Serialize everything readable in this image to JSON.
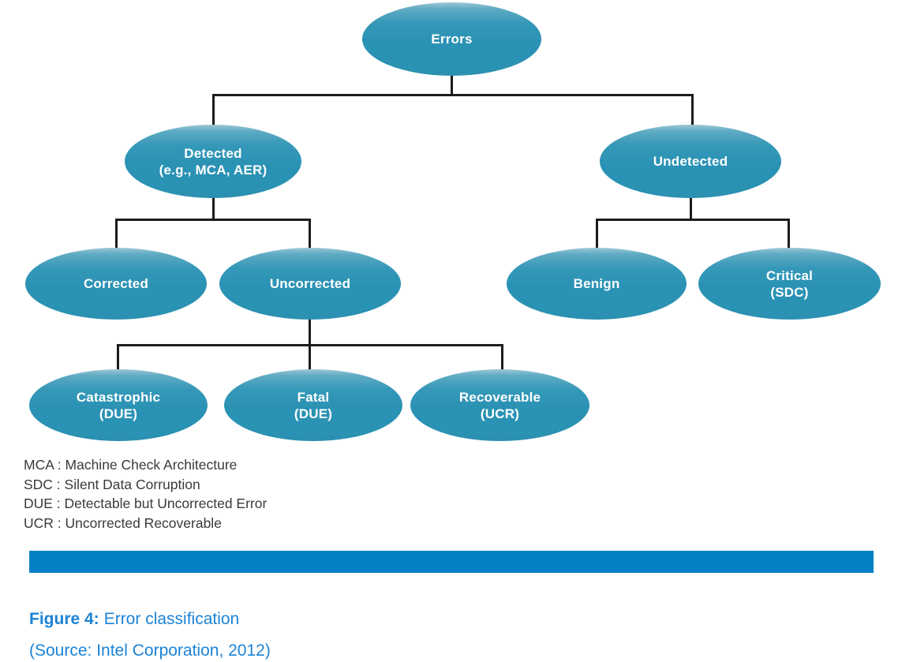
{
  "diagram": {
    "title_node": "Errors",
    "nodes": {
      "errors": {
        "label": "Errors"
      },
      "detected": {
        "label": "Detected\n(e.g., MCA, AER)"
      },
      "undetected": {
        "label": "Undetected"
      },
      "corrected": {
        "label": "Corrected"
      },
      "uncorrected": {
        "label": "Uncorrected"
      },
      "benign": {
        "label": "Benign"
      },
      "critical": {
        "label": "Critical\n(SDC)"
      },
      "catastrophic": {
        "label": "Catastrophic\n(DUE)"
      },
      "fatal": {
        "label": "Fatal\n(DUE)"
      },
      "recoverable": {
        "label": "Recoverable\n(UCR)"
      }
    },
    "hierarchy": {
      "Errors": {
        "Detected (e.g., MCA, AER)": {
          "Corrected": {},
          "Uncorrected": {
            "Catastrophic (DUE)": {},
            "Fatal (DUE)": {},
            "Recoverable (UCR)": {}
          }
        },
        "Undetected": {
          "Benign": {},
          "Critical (SDC)": {}
        }
      }
    },
    "colors": {
      "node_fill": "#2a92b4",
      "node_highlight": "#9cc6d6",
      "node_text": "#ffffff",
      "connector": "#1c1c1c"
    }
  },
  "legend": {
    "items": [
      "MCA : Machine Check Architecture",
      "SDC : Silent Data Corruption",
      "DUE : Detectable but Uncorrected Error",
      "UCR : Uncorrected Recoverable"
    ]
  },
  "divider_bar": {
    "color": "#0580c6"
  },
  "caption": {
    "figure_label": "Figure 4:",
    "figure_text": "Error classification",
    "source": "(Source: Intel Corporation, 2012)",
    "color": "#1b83d6"
  }
}
